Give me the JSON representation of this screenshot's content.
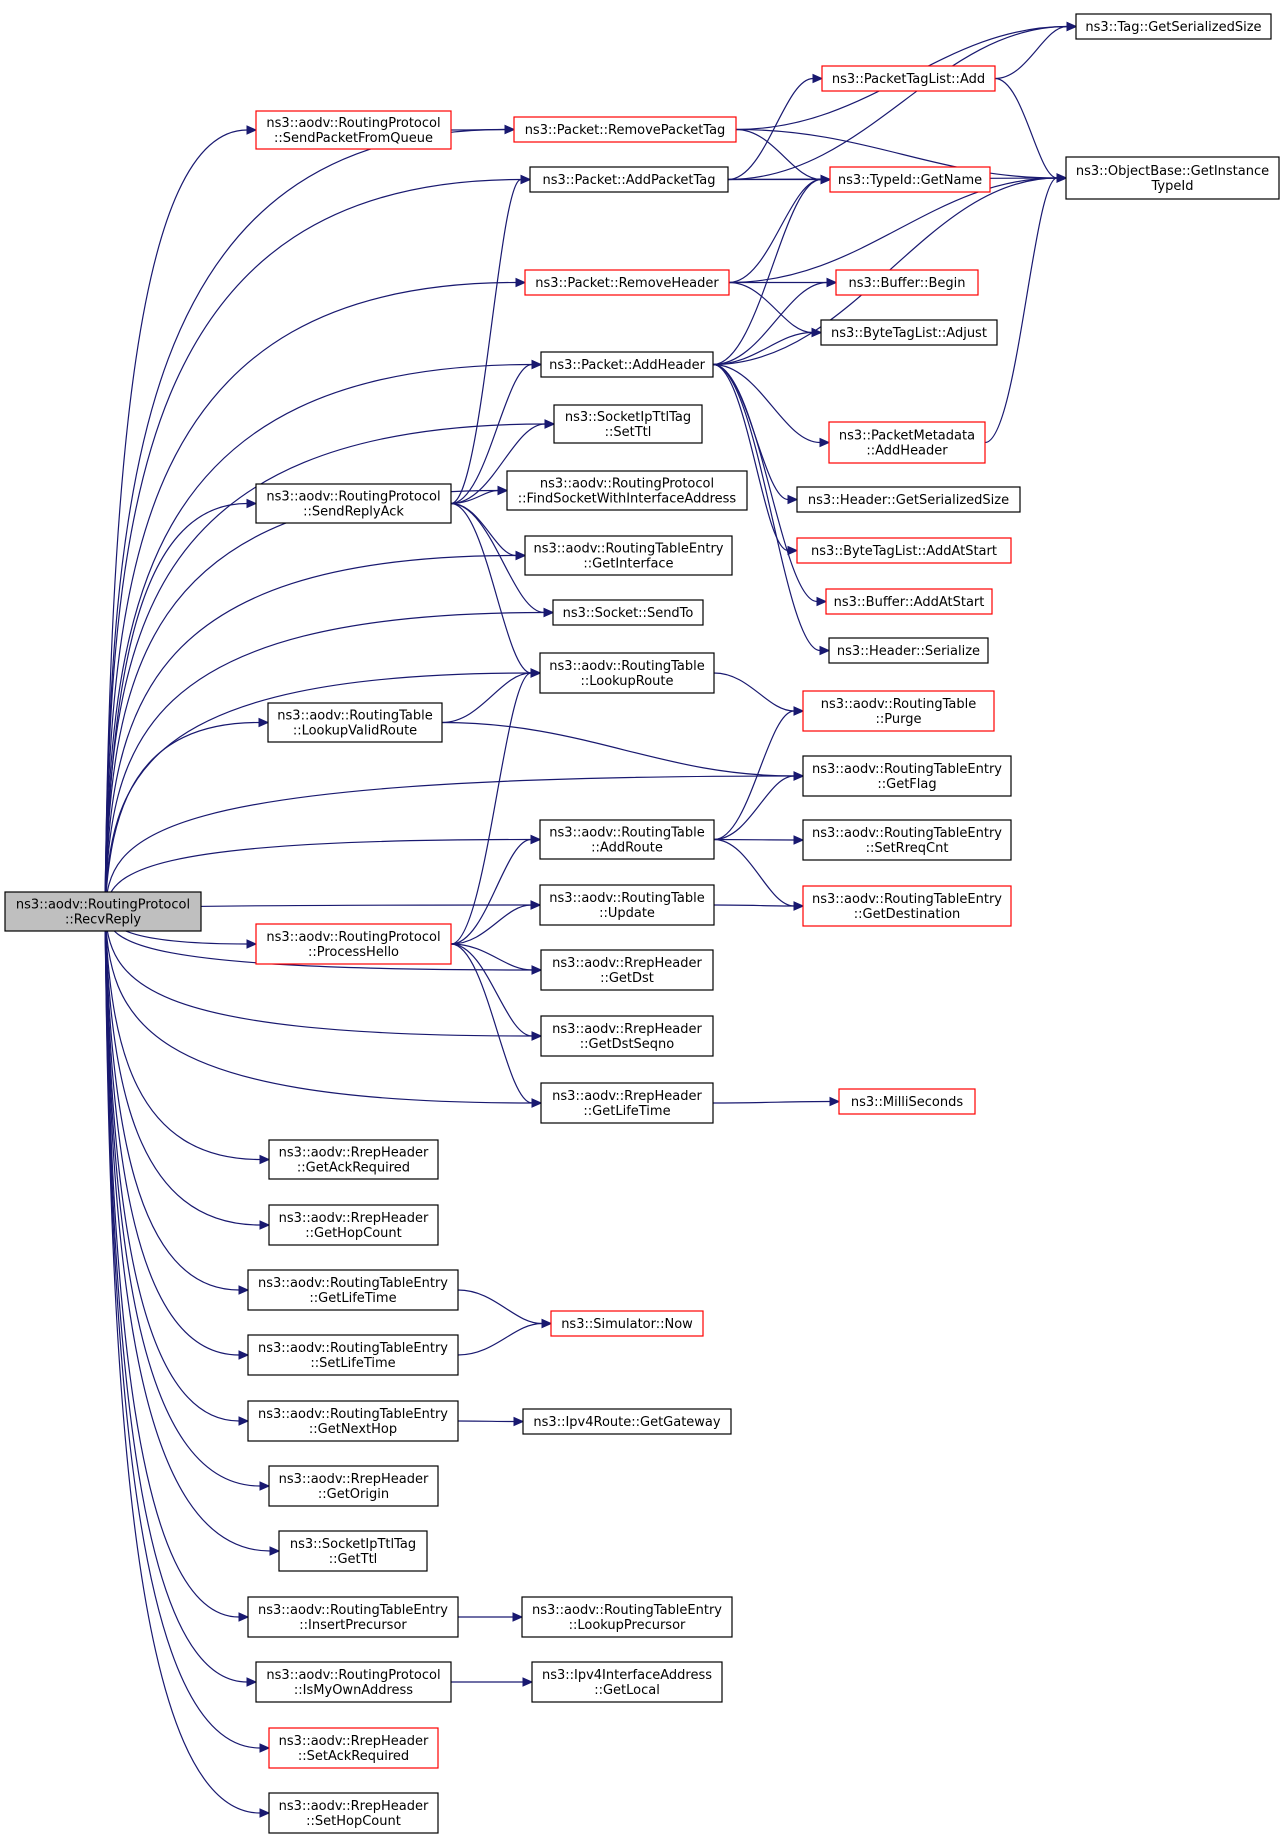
{
  "colors": {
    "edge": "#191970",
    "red_border": "#ff0000",
    "root_fill": "#bfbfbf"
  },
  "nodes": [
    {
      "id": "RecvReply",
      "lines": [
        "ns3::aodv::RoutingProtocol",
        "::RecvReply"
      ],
      "style": "gray"
    },
    {
      "id": "SendPacketFromQueue",
      "lines": [
        "ns3::aodv::RoutingProtocol",
        "::SendPacketFromQueue"
      ],
      "style": "red"
    },
    {
      "id": "RemovePacketTag",
      "lines": [
        "ns3::Packet::RemovePacketTag"
      ],
      "style": "red"
    },
    {
      "id": "TagGetSerializedSize",
      "lines": [
        "ns3::Tag::GetSerializedSize"
      ],
      "style": "black"
    },
    {
      "id": "PacketTagListAdd",
      "lines": [
        "ns3::PacketTagList::Add"
      ],
      "style": "red"
    },
    {
      "id": "GetInstanceTypeId",
      "lines": [
        "ns3::ObjectBase::GetInstance",
        "TypeId"
      ],
      "style": "black"
    },
    {
      "id": "AddPacketTag",
      "lines": [
        "ns3::Packet::AddPacketTag"
      ],
      "style": "black"
    },
    {
      "id": "TypeIdGetName",
      "lines": [
        "ns3::TypeId::GetName"
      ],
      "style": "red"
    },
    {
      "id": "RemoveHeader",
      "lines": [
        "ns3::Packet::RemoveHeader"
      ],
      "style": "red"
    },
    {
      "id": "BufferBegin",
      "lines": [
        "ns3::Buffer::Begin"
      ],
      "style": "red"
    },
    {
      "id": "ByteTagListAdjust",
      "lines": [
        "ns3::ByteTagList::Adjust"
      ],
      "style": "black"
    },
    {
      "id": "AddHeader",
      "lines": [
        "ns3::Packet::AddHeader"
      ],
      "style": "black"
    },
    {
      "id": "SetTtl",
      "lines": [
        "ns3::SocketIpTtlTag",
        "::SetTtl"
      ],
      "style": "black"
    },
    {
      "id": "PMAddHeader",
      "lines": [
        "ns3::PacketMetadata",
        "::AddHeader"
      ],
      "style": "red"
    },
    {
      "id": "SendReplyAck",
      "lines": [
        "ns3::aodv::RoutingProtocol",
        "::SendReplyAck"
      ],
      "style": "black"
    },
    {
      "id": "FindSocket",
      "lines": [
        "ns3::aodv::RoutingProtocol",
        "::FindSocketWithInterfaceAddress"
      ],
      "style": "black"
    },
    {
      "id": "HeaderGetSerializedSize",
      "lines": [
        "ns3::Header::GetSerializedSize"
      ],
      "style": "black"
    },
    {
      "id": "RTEGetInterface",
      "lines": [
        "ns3::aodv::RoutingTableEntry",
        "::GetInterface"
      ],
      "style": "black"
    },
    {
      "id": "ByteTagListAddAtStart",
      "lines": [
        "ns3::ByteTagList::AddAtStart"
      ],
      "style": "red"
    },
    {
      "id": "SocketSendTo",
      "lines": [
        "ns3::Socket::SendTo"
      ],
      "style": "black"
    },
    {
      "id": "BufferAddAtStart",
      "lines": [
        "ns3::Buffer::AddAtStart"
      ],
      "style": "red"
    },
    {
      "id": "HeaderSerialize",
      "lines": [
        "ns3::Header::Serialize"
      ],
      "style": "black"
    },
    {
      "id": "LookupRoute",
      "lines": [
        "ns3::aodv::RoutingTable",
        "::LookupRoute"
      ],
      "style": "black"
    },
    {
      "id": "LookupValidRoute",
      "lines": [
        "ns3::aodv::RoutingTable",
        "::LookupValidRoute"
      ],
      "style": "black"
    },
    {
      "id": "Purge",
      "lines": [
        "ns3::aodv::RoutingTable",
        "::Purge"
      ],
      "style": "red"
    },
    {
      "id": "GetFlag",
      "lines": [
        "ns3::aodv::RoutingTableEntry",
        "::GetFlag"
      ],
      "style": "black"
    },
    {
      "id": "AddRoute",
      "lines": [
        "ns3::aodv::RoutingTable",
        "::AddRoute"
      ],
      "style": "black"
    },
    {
      "id": "SetRreqCnt",
      "lines": [
        "ns3::aodv::RoutingTableEntry",
        "::SetRreqCnt"
      ],
      "style": "black"
    },
    {
      "id": "Update",
      "lines": [
        "ns3::aodv::RoutingTable",
        "::Update"
      ],
      "style": "black"
    },
    {
      "id": "GetDestination",
      "lines": [
        "ns3::aodv::RoutingTableEntry",
        "::GetDestination"
      ],
      "style": "red"
    },
    {
      "id": "ProcessHello",
      "lines": [
        "ns3::aodv::RoutingProtocol",
        "::ProcessHello"
      ],
      "style": "red"
    },
    {
      "id": "GetDst",
      "lines": [
        "ns3::aodv::RrepHeader",
        "::GetDst"
      ],
      "style": "black"
    },
    {
      "id": "GetDstSeqno",
      "lines": [
        "ns3::aodv::RrepHeader",
        "::GetDstSeqno"
      ],
      "style": "black"
    },
    {
      "id": "RrepGetLifeTime",
      "lines": [
        "ns3::aodv::RrepHeader",
        "::GetLifeTime"
      ],
      "style": "black"
    },
    {
      "id": "MilliSeconds",
      "lines": [
        "ns3::MilliSeconds"
      ],
      "style": "red"
    },
    {
      "id": "GetAckRequired",
      "lines": [
        "ns3::aodv::RrepHeader",
        "::GetAckRequired"
      ],
      "style": "black"
    },
    {
      "id": "GetHopCount",
      "lines": [
        "ns3::aodv::RrepHeader",
        "::GetHopCount"
      ],
      "style": "black"
    },
    {
      "id": "RTEGetLifeTime",
      "lines": [
        "ns3::aodv::RoutingTableEntry",
        "::GetLifeTime"
      ],
      "style": "black"
    },
    {
      "id": "SimulatorNow",
      "lines": [
        "ns3::Simulator::Now"
      ],
      "style": "red"
    },
    {
      "id": "RTESetLifeTime",
      "lines": [
        "ns3::aodv::RoutingTableEntry",
        "::SetLifeTime"
      ],
      "style": "black"
    },
    {
      "id": "GetNextHop",
      "lines": [
        "ns3::aodv::RoutingTableEntry",
        "::GetNextHop"
      ],
      "style": "black"
    },
    {
      "id": "GetGateway",
      "lines": [
        "ns3::Ipv4Route::GetGateway"
      ],
      "style": "black"
    },
    {
      "id": "GetOrigin",
      "lines": [
        "ns3::aodv::RrepHeader",
        "::GetOrigin"
      ],
      "style": "black"
    },
    {
      "id": "GetTtl",
      "lines": [
        "ns3::SocketIpTtlTag",
        "::GetTtl"
      ],
      "style": "black"
    },
    {
      "id": "InsertPrecursor",
      "lines": [
        "ns3::aodv::RoutingTableEntry",
        "::InsertPrecursor"
      ],
      "style": "black"
    },
    {
      "id": "LookupPrecursor",
      "lines": [
        "ns3::aodv::RoutingTableEntry",
        "::LookupPrecursor"
      ],
      "style": "black"
    },
    {
      "id": "IsMyOwnAddress",
      "lines": [
        "ns3::aodv::RoutingProtocol",
        "::IsMyOwnAddress"
      ],
      "style": "black"
    },
    {
      "id": "GetLocal",
      "lines": [
        "ns3::Ipv4InterfaceAddress",
        "::GetLocal"
      ],
      "style": "black"
    },
    {
      "id": "SetAckRequired",
      "lines": [
        "ns3::aodv::RrepHeader",
        "::SetAckRequired"
      ],
      "style": "red"
    },
    {
      "id": "SetHopCount",
      "lines": [
        "ns3::aodv::RrepHeader",
        "::SetHopCount"
      ],
      "style": "black"
    }
  ],
  "edges": [
    [
      "RecvReply",
      "SendPacketFromQueue"
    ],
    [
      "RecvReply",
      "RemovePacketTag"
    ],
    [
      "RecvReply",
      "AddPacketTag"
    ],
    [
      "RecvReply",
      "RemoveHeader"
    ],
    [
      "RecvReply",
      "AddHeader"
    ],
    [
      "RecvReply",
      "SetTtl"
    ],
    [
      "RecvReply",
      "FindSocket"
    ],
    [
      "RecvReply",
      "SendReplyAck"
    ],
    [
      "RecvReply",
      "RTEGetInterface"
    ],
    [
      "RecvReply",
      "SocketSendTo"
    ],
    [
      "RecvReply",
      "LookupRoute"
    ],
    [
      "RecvReply",
      "LookupValidRoute"
    ],
    [
      "RecvReply",
      "GetFlag"
    ],
    [
      "RecvReply",
      "AddRoute"
    ],
    [
      "RecvReply",
      "Update"
    ],
    [
      "RecvReply",
      "ProcessHello"
    ],
    [
      "RecvReply",
      "GetDst"
    ],
    [
      "RecvReply",
      "GetDstSeqno"
    ],
    [
      "RecvReply",
      "RrepGetLifeTime"
    ],
    [
      "RecvReply",
      "GetAckRequired"
    ],
    [
      "RecvReply",
      "GetHopCount"
    ],
    [
      "RecvReply",
      "RTEGetLifeTime"
    ],
    [
      "RecvReply",
      "RTESetLifeTime"
    ],
    [
      "RecvReply",
      "GetNextHop"
    ],
    [
      "RecvReply",
      "GetOrigin"
    ],
    [
      "RecvReply",
      "GetTtl"
    ],
    [
      "RecvReply",
      "InsertPrecursor"
    ],
    [
      "RecvReply",
      "IsMyOwnAddress"
    ],
    [
      "RecvReply",
      "SetAckRequired"
    ],
    [
      "RecvReply",
      "SetHopCount"
    ],
    [
      "SendPacketFromQueue",
      "RemovePacketTag"
    ],
    [
      "RemovePacketTag",
      "TagGetSerializedSize"
    ],
    [
      "RemovePacketTag",
      "GetInstanceTypeId"
    ],
    [
      "RemovePacketTag",
      "TypeIdGetName"
    ],
    [
      "AddPacketTag",
      "TagGetSerializedSize"
    ],
    [
      "AddPacketTag",
      "PacketTagListAdd"
    ],
    [
      "AddPacketTag",
      "GetInstanceTypeId"
    ],
    [
      "AddPacketTag",
      "TypeIdGetName"
    ],
    [
      "PacketTagListAdd",
      "TagGetSerializedSize"
    ],
    [
      "PacketTagListAdd",
      "GetInstanceTypeId"
    ],
    [
      "RemoveHeader",
      "TypeIdGetName"
    ],
    [
      "RemoveHeader",
      "GetInstanceTypeId"
    ],
    [
      "RemoveHeader",
      "BufferBegin"
    ],
    [
      "RemoveHeader",
      "ByteTagListAdjust"
    ],
    [
      "AddHeader",
      "TypeIdGetName"
    ],
    [
      "AddHeader",
      "BufferBegin"
    ],
    [
      "AddHeader",
      "ByteTagListAdjust"
    ],
    [
      "AddHeader",
      "GetInstanceTypeId"
    ],
    [
      "AddHeader",
      "PMAddHeader"
    ],
    [
      "AddHeader",
      "HeaderGetSerializedSize"
    ],
    [
      "AddHeader",
      "ByteTagListAddAtStart"
    ],
    [
      "AddHeader",
      "BufferAddAtStart"
    ],
    [
      "AddHeader",
      "HeaderSerialize"
    ],
    [
      "PMAddHeader",
      "GetInstanceTypeId"
    ],
    [
      "SendReplyAck",
      "AddPacketTag"
    ],
    [
      "SendReplyAck",
      "AddHeader"
    ],
    [
      "SendReplyAck",
      "SetTtl"
    ],
    [
      "SendReplyAck",
      "FindSocket"
    ],
    [
      "SendReplyAck",
      "RTEGetInterface"
    ],
    [
      "SendReplyAck",
      "SocketSendTo"
    ],
    [
      "SendReplyAck",
      "LookupRoute"
    ],
    [
      "LookupValidRoute",
      "LookupRoute"
    ],
    [
      "LookupValidRoute",
      "GetFlag"
    ],
    [
      "LookupRoute",
      "Purge"
    ],
    [
      "AddRoute",
      "Purge"
    ],
    [
      "AddRoute",
      "GetFlag"
    ],
    [
      "AddRoute",
      "SetRreqCnt"
    ],
    [
      "AddRoute",
      "GetDestination"
    ],
    [
      "Update",
      "GetDestination"
    ],
    [
      "ProcessHello",
      "LookupRoute"
    ],
    [
      "ProcessHello",
      "AddRoute"
    ],
    [
      "ProcessHello",
      "Update"
    ],
    [
      "ProcessHello",
      "GetDst"
    ],
    [
      "ProcessHello",
      "GetDstSeqno"
    ],
    [
      "ProcessHello",
      "RrepGetLifeTime"
    ],
    [
      "RrepGetLifeTime",
      "MilliSeconds"
    ],
    [
      "RTEGetLifeTime",
      "SimulatorNow"
    ],
    [
      "RTESetLifeTime",
      "SimulatorNow"
    ],
    [
      "GetNextHop",
      "GetGateway"
    ],
    [
      "InsertPrecursor",
      "LookupPrecursor"
    ],
    [
      "IsMyOwnAddress",
      "GetLocal"
    ]
  ]
}
